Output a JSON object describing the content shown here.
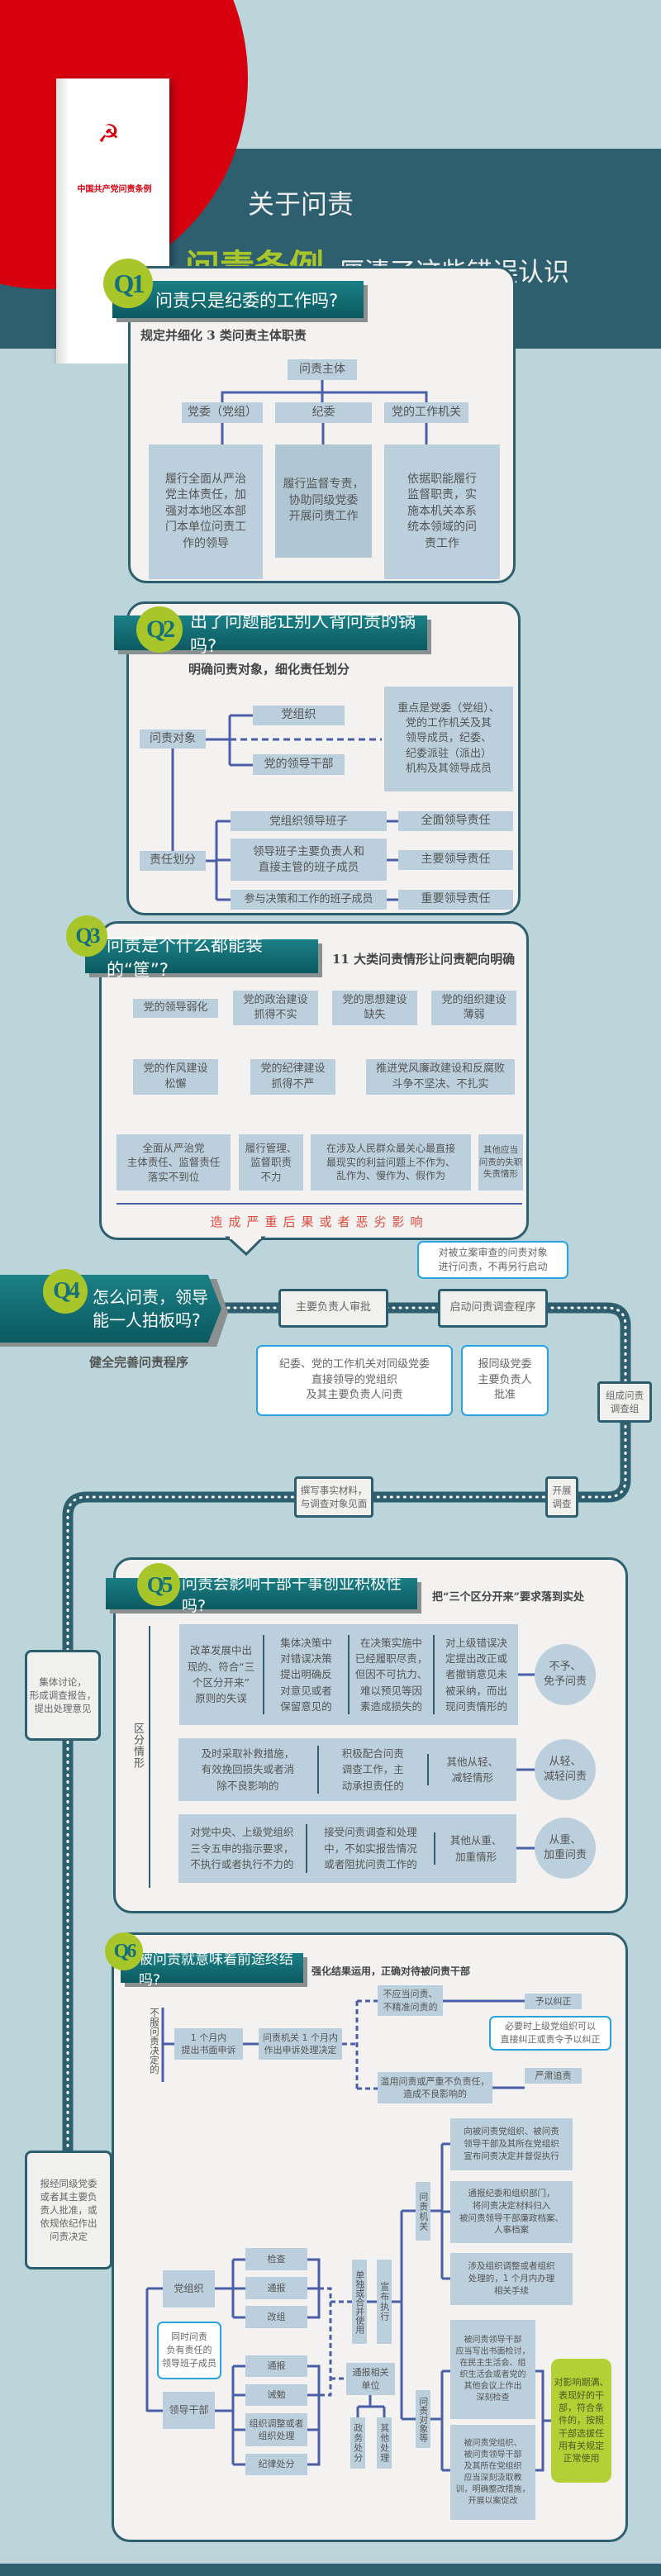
{
  "header": {
    "book_title": "中国共产党问责条例",
    "line1": "关于问责",
    "highlight": "问责条例",
    "line2": "厘清了这些错误认识",
    "colors": {
      "red": "#d6000f",
      "teal": "#2e5f6e",
      "green": "#a8c62a"
    }
  },
  "q1": {
    "badge": "Q1",
    "title": "问责只是纪委的工作吗?",
    "subtitle": "规定并细化 3 类问责主体职责",
    "root": "问责主体",
    "bodies": [
      {
        "name": "党委（党组）",
        "duty": "履行全面从严治\n党主体责任，加\n强对本地区本部\n门本单位问责工\n作的领导"
      },
      {
        "name": "纪委",
        "duty": "履行监督专责，\n协助同级党委\n开展问责工作"
      },
      {
        "name": "党的工作机关",
        "duty": "依据职能履行\n监督职责，实\n施本机关本系\n统本领域的问\n责工作"
      }
    ]
  },
  "q2": {
    "badge": "Q2",
    "title": "出了问题能让别人背问责的锅吗?",
    "subtitle": "明确问责对象，细化责任划分",
    "objects_label": "问责对象",
    "objects": [
      "党组织",
      "党的领导干部"
    ],
    "focus": "重点是党委（党组）、\n党的工作机关及其\n领导成员，纪委、\n纪委派驻（派出）\n机构及其领导成员",
    "division_label": "责任划分",
    "division": [
      {
        "who": "党组织领导班子",
        "duty": "全面领导责任"
      },
      {
        "who": "领导班子主要负责人和\n直接主管的班子成员",
        "duty": "主要领导责任"
      },
      {
        "who": "参与决策和工作的班子成员",
        "duty": "重要领导责任"
      }
    ]
  },
  "q3": {
    "badge": "Q3",
    "title": "问责是个什么都能装的“筐”?",
    "subtitle": "11 大类问责情形让问责靶向明确",
    "items": [
      "党的领导弱化",
      "党的政治建设\n抓得不实",
      "党的思想建设\n缺失",
      "党的组织建设\n薄弱",
      "党的作风建设\n松懈",
      "党的纪律建设\n抓得不严",
      "推进党风廉政建设和反腐败\n斗争不坚决、不扎实",
      "全面从严治党\n主体责任、监督责任\n落实不到位",
      "履行管理、\n监督职责\n不力",
      "在涉及人民群众最关心最直接\n最现实的利益问题上不作为、\n乱作为、慢作为、假作为",
      "其他应当\n问责的失职\n失责情形"
    ],
    "result": "造成严重后果或者恶劣影响"
  },
  "q4": {
    "badge": "Q4",
    "title": "怎么问责，领导\n能一人拍板吗?",
    "subtitle": "健全完善问责程序",
    "steps": [
      "主要负责人审批",
      "启动问责调查程序",
      "组成问责\n调查组",
      "开展\n调查",
      "撰写事实材料，\n与调查对象见面",
      "集体讨论，\n形成调查报告，\n提出处理意见",
      "报经同级党委\n或者其主要负\n责人批准，或\n依规依纪作出\n问责决定"
    ],
    "notes": [
      "对被立案审查的问责对象\n进行问责，不再另行启动",
      "纪委、党的工作机关对同级党委\n直接领导的党组织\n及其主要负责人问责",
      "报同级党委\n主要负责人\n批准"
    ]
  },
  "q5": {
    "badge": "Q5",
    "title": "问责会影响干部干事创业积极性吗?",
    "subtitle": "把“三个区分开来”要求落到实处",
    "side": "区分情形",
    "rows": [
      {
        "items": [
          "改革发展中出\n现的、符合“三\n个区分开来”\n原则的失误",
          "集体决策中\n对错误决策\n提出明确反\n对意见或者\n保留意见的",
          "在决策实施中\n已经履职尽责，\n但因不可抗力、\n难以预见等因\n素造成损失的",
          "对上级错误决\n定提出改正或\n者撤销意见未\n被采纳，而出\n现问责情形的"
        ],
        "result": "不予、\n免予问责"
      },
      {
        "items": [
          "及时采取补救措施，\n有效挽回损失或者消\n除不良影响的",
          "积极配合问责\n调查工作，主\n动承担责任的",
          "其他从轻、\n减轻情形"
        ],
        "result": "从轻、\n减轻问责"
      },
      {
        "items": [
          "对党中央、上级党组织\n三令五申的指示要求，\n不执行或者执行不力的",
          "接受问责调查和处理\n中，不如实报告情况\n或者阻扰问责工作的",
          "其他从重、\n加重情形"
        ],
        "result": "从重、\n加重问责"
      }
    ]
  },
  "q6": {
    "badge": "Q6",
    "title": "被问责就意味着前途终结吗?",
    "subtitle": "强化结果运用，正确对待被问责干部",
    "appeal": {
      "label": "不服问责决定的",
      "step1": "1 个月内\n提出书面申诉",
      "step2": "问责机关 1 个月内\n作出申诉处理决定",
      "case1": "不应当问责、\n不精准问责的",
      "result1": "予以纠正",
      "note": "必要时上级党组织可以\n直接纠正或责令予以纠正",
      "case2": "滥用问责或严重不负责任，\n造成不良影响的",
      "result2": "严肃追责"
    },
    "methods": {
      "party_org": "党组织",
      "party_org_methods": [
        "检查",
        "通报",
        "改组"
      ],
      "also": "同时问责\n负有责任的\n领导班子成员",
      "cadre": "领导干部",
      "cadre_methods": [
        "通报",
        "诫勉",
        "组织调整或者\n组织处理",
        "纪律处分"
      ],
      "notify": "通报相关\n单位",
      "notify_sub": [
        "政务处分",
        "其他处理"
      ],
      "combine": "单独或合并使用",
      "execute": "宣布执行"
    },
    "organ": "问责机关",
    "organ_tasks": [
      "向被问责党组织、被问责\n领导干部及其所在党组织\n宣布问责决定并督促执行",
      "通报纪委和组织部门，\n将问责决定材料归入\n被问责领导干部廉政档案、\n人事档案",
      "涉及组织调整或者组织\n处理的，1 个月内办理\n相关手续"
    ],
    "targets": "问责对象等",
    "target_tasks": [
      "被问责领导干部\n应当写出书面检讨，\n在民主生活会、组\n织生活会或者党的\n其他会议上作出\n深刻检查",
      "被问责党组织、\n被问责领导干部\n及其所在党组织\n应当深刻汲取教\n训，明确整改措施，\n开展以案促改"
    ],
    "reuse": "对影响期满、\n表现好的干\n部，符合条\n件的，按照\n干部选拔任\n用有关规定\n正常使用"
  }
}
